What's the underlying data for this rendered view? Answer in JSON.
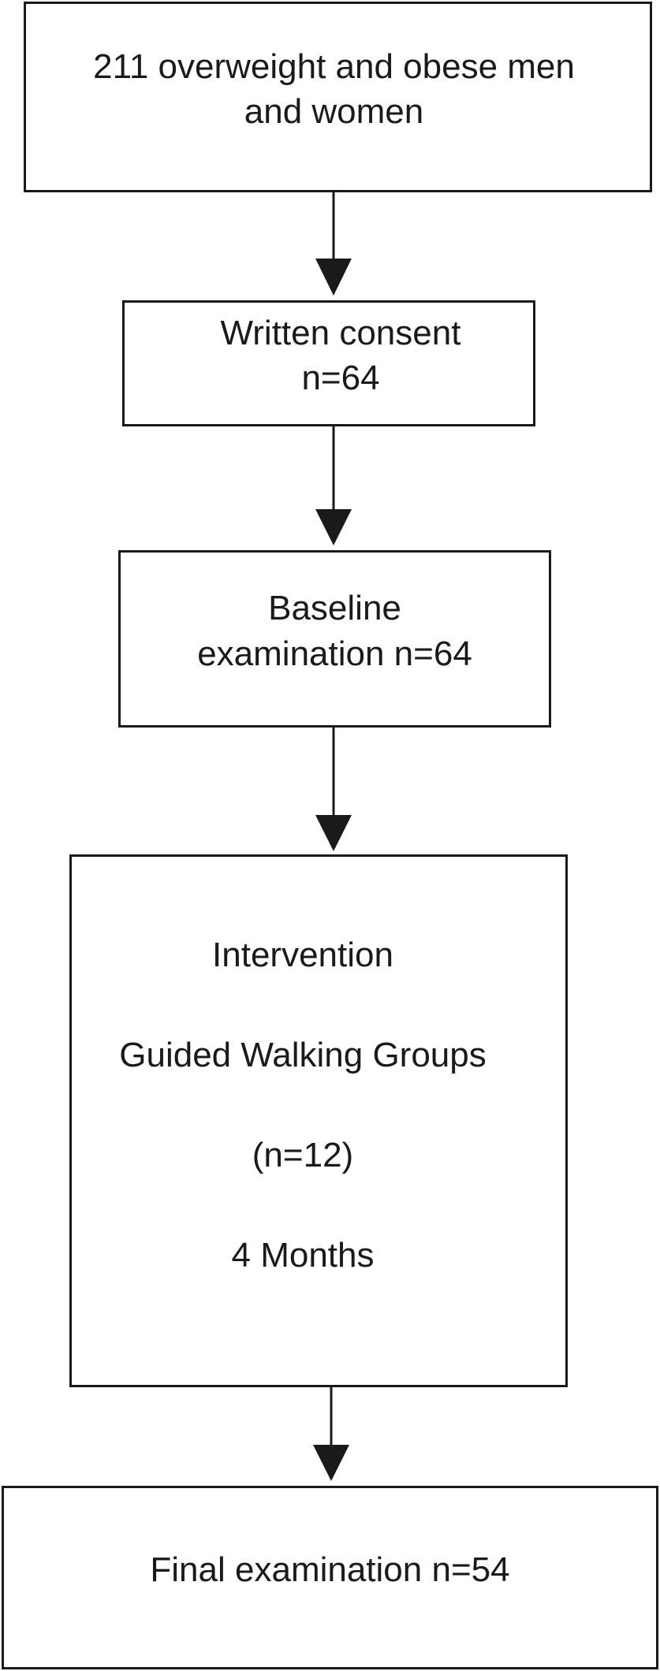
{
  "flowchart": {
    "step1": {
      "line1": "211 overweight and obese  men",
      "line2": "and women"
    },
    "step2": {
      "line1": "Written consent",
      "line2": "n=64"
    },
    "step3": {
      "line1": "Baseline",
      "line2": "examination n=64"
    },
    "step4": {
      "line1": "Intervention",
      "line2": "Guided Walking Groups",
      "line3": "(n=12)",
      "line4": "4 Months"
    },
    "step5": {
      "line1": "Final examination n=54"
    }
  },
  "colors": {
    "stroke": "#1a1a1a",
    "background": "#ffffff"
  }
}
